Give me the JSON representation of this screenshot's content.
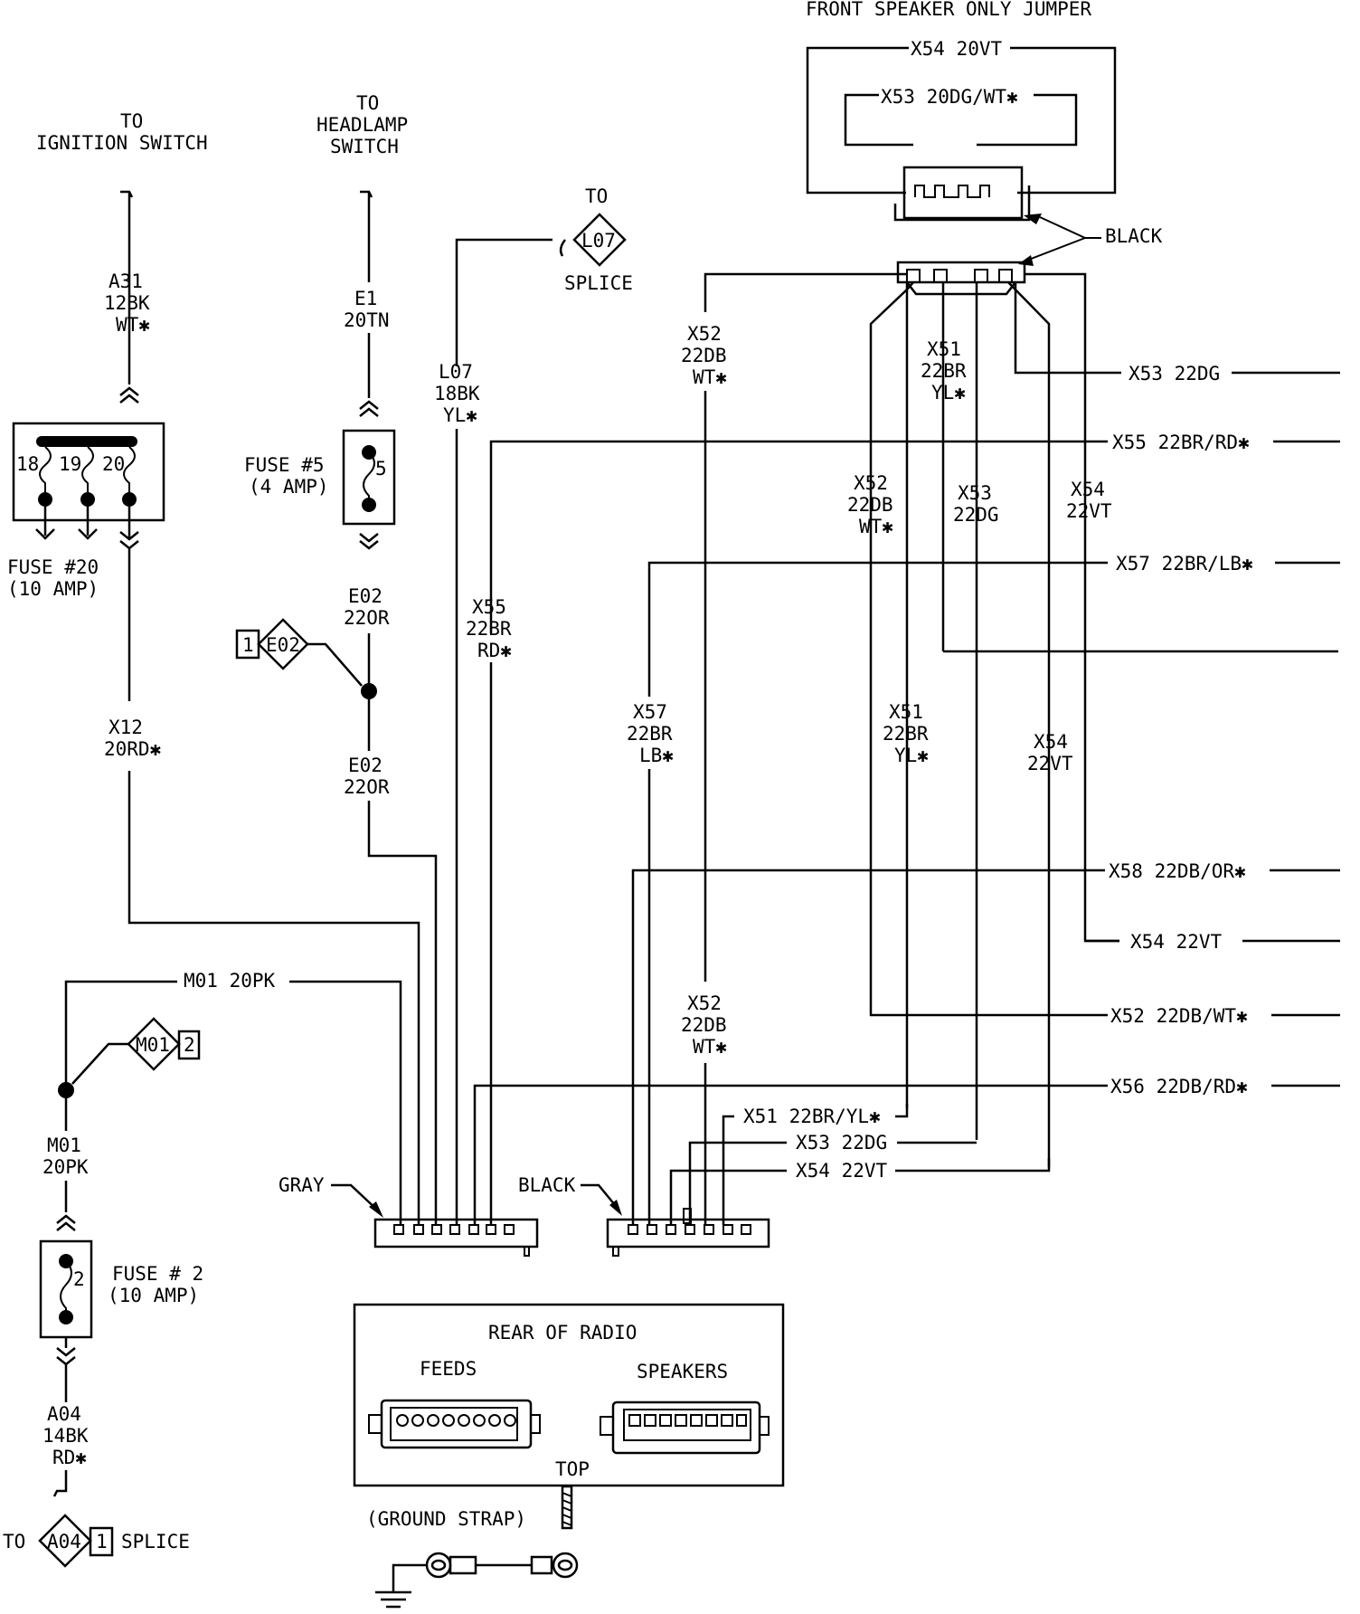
{
  "colors": {
    "ink": "#000000",
    "paper": "#ffffff"
  },
  "headers": {
    "front_speaker": "FRONT SPEAKER ONLY JUMPER",
    "to_ignition_1": "TO",
    "to_ignition_2": "IGNITION SWITCH",
    "to_headlamp_1": "TO",
    "to_headlamp_2": "HEADLAMP",
    "to_headlamp_3": "SWITCH",
    "to_splice_top": "TO",
    "splice_label": "SPLICE",
    "black_top": "BLACK"
  },
  "jumper": {
    "x54": "X54 20VT",
    "x53": "X53 20DG/WT✱"
  },
  "left_wires": {
    "a31_1": "A31",
    "a31_2": "12BK",
    "a31_3": "WT✱",
    "fuse20_t18": "18",
    "fuse20_t19": "19",
    "fuse20_t20": "20",
    "fuse20_1": "FUSE #20",
    "fuse20_2": "(10 AMP)",
    "x12_1": "X12",
    "x12_2": "20RD✱",
    "e1_1": "E1",
    "e1_2": "20TN",
    "fuse5_num": "5",
    "fuse5_1": "FUSE #5",
    "fuse5_2": "(4 AMP)",
    "e02a_1": "E02",
    "e02a_2": "22OR",
    "e02b_1": "E02",
    "e02b_2": "22OR",
    "e02_splice_num": "1",
    "e02_splice": "E02",
    "l07_1": "L07",
    "l07_2": "18BK",
    "l07_3": "YL✱",
    "l07_splice": "L07",
    "x55_1": "X55",
    "x55_2": "22BR",
    "x55_3": "RD✱",
    "m01_top": "M01 20PK",
    "m01_splice": "M01",
    "m01_splice_num": "2",
    "m01_1": "M01",
    "m01_2": "20PK",
    "fuse2_num": "2",
    "fuse2_1": "FUSE # 2",
    "fuse2_2": "(10 AMP)",
    "a04_1": "A04",
    "a04_2": "14BK",
    "a04_3": "RD✱",
    "to_a04": "TO",
    "a04_splice": "A04",
    "a04_num": "1",
    "a04_splice_label": "SPLICE",
    "gray": "GRAY",
    "black_bottom": "BLACK"
  },
  "mid_wires": {
    "x52_1": "X52",
    "x52_2": "22DB",
    "x52_3": "WT✱",
    "x51_1": "X51",
    "x51_2": "22BR",
    "x51_3": "YL✱",
    "x52b_1": "X52",
    "x52b_2": "22DB",
    "x52b_3": "WT✱",
    "x53_1": "X53",
    "x53_2": "22DG",
    "x54_1": "X54",
    "x54_2": "22VT",
    "x57_1": "X57",
    "x57_2": "22BR",
    "x57_3": "LB✱",
    "x51b_1": "X51",
    "x51b_2": "22BR",
    "x51b_3": "YL✱",
    "x54b_1": "X54",
    "x54b_2": "22VT",
    "x52c_1": "X52",
    "x52c_2": "22DB",
    "x52c_3": "WT✱"
  },
  "right_labels": {
    "x53": "X53 22DG",
    "x55": "X55 22BR/RD✱",
    "x57": "X57 22BR/LB✱",
    "x58": "X58 22DB/OR✱",
    "x54": "X54 22VT",
    "x52": "X52 22DB/WT✱",
    "x56": "X56 22DB/RD✱"
  },
  "bottom_labels": {
    "x51": "X51 22BR/YL✱",
    "x53": "X53 22DG",
    "x54": "X54 22VT"
  },
  "radio": {
    "title": "REAR OF RADIO",
    "feeds": "FEEDS",
    "speakers": "SPEAKERS",
    "top": "TOP",
    "ground_strap": "(GROUND STRAP)"
  }
}
